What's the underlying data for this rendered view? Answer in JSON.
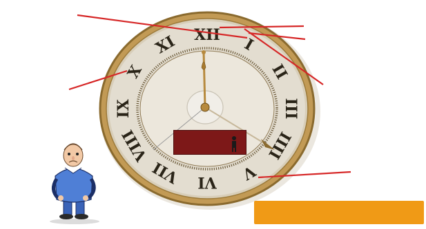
{
  "clock": {
    "numerals": [
      "XII",
      "I",
      "II",
      "III",
      "IIII",
      "V",
      "VI",
      "VII",
      "VIII",
      "IX",
      "X",
      "XI"
    ],
    "colors": {
      "rim": "#c29a55",
      "rim_dark": "#8a6a2e",
      "face": "#e3ddd0",
      "inner_face": "#ece7dc",
      "numeral": "#2a2418",
      "hand": "#b78a3e",
      "pointer": "#d62626"
    }
  },
  "annotations": {
    "top_left": "",
    "right_1": "",
    "right_2": "",
    "right_3": "",
    "left_block": "",
    "right_mid": "",
    "right_low": ""
  },
  "center_label": "",
  "tag": {
    "text": "",
    "figure_label": ""
  },
  "footer": {
    "text": "",
    "color": "#f09a16"
  },
  "character": {
    "icon": "worried-man-icon"
  }
}
